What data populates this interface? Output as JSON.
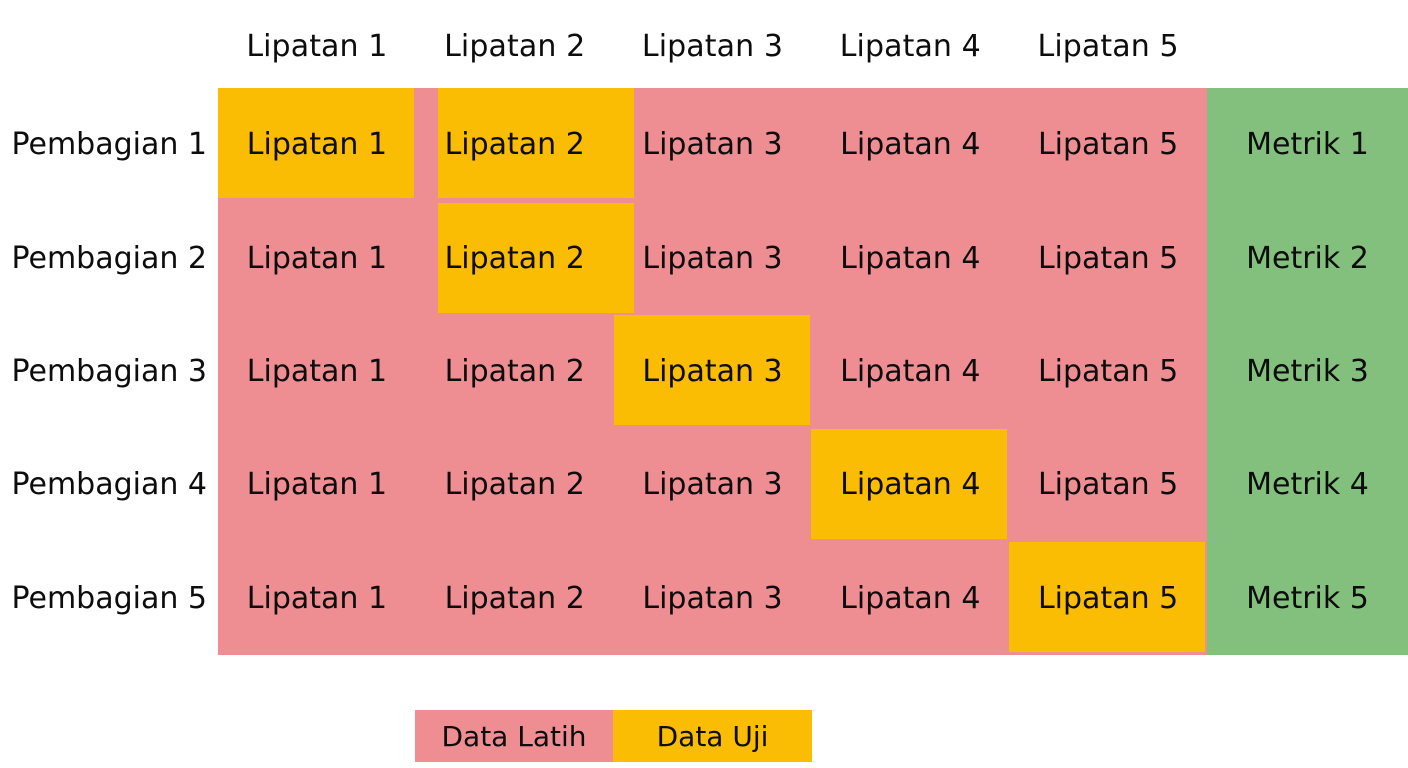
{
  "figure": {
    "type": "k-fold-cross-validation-diagram",
    "k": 5,
    "colors": {
      "train": "#ee8e93",
      "test": "#fbbc04",
      "metric": "#84c07d",
      "background": "#ffffff",
      "text": "#0d0d0d"
    }
  },
  "column_headers": [
    "Lipatan 1",
    "Lipatan 2",
    "Lipatan 3",
    "Lipatan 4",
    "Lipatan 5"
  ],
  "row_labels": [
    "Pembagian 1",
    "Pembagian 2",
    "Pembagian 3",
    "Pembagian 4",
    "Pembagian 5"
  ],
  "rows": [
    {
      "label": "Pembagian 1",
      "cells": [
        "Lipatan 1",
        "Lipatan 2",
        "Lipatan 3",
        "Lipatan 4",
        "Lipatan 5"
      ],
      "test_index": 0,
      "metric": "Metrik 1"
    },
    {
      "label": "Pembagian 2",
      "cells": [
        "Lipatan 1",
        "Lipatan 2",
        "Lipatan 3",
        "Lipatan 4",
        "Lipatan 5"
      ],
      "test_index": 1,
      "metric": "Metrik 2"
    },
    {
      "label": "Pembagian 3",
      "cells": [
        "Lipatan 1",
        "Lipatan 2",
        "Lipatan 3",
        "Lipatan 4",
        "Lipatan 5"
      ],
      "test_index": 2,
      "metric": "Metrik 3"
    },
    {
      "label": "Pembagian 4",
      "cells": [
        "Lipatan 1",
        "Lipatan 2",
        "Lipatan 3",
        "Lipatan 4",
        "Lipatan 5"
      ],
      "test_index": 3,
      "metric": "Metrik 4"
    },
    {
      "label": "Pembagian 5",
      "cells": [
        "Lipatan 1",
        "Lipatan 2",
        "Lipatan 3",
        "Lipatan 4",
        "Lipatan 5"
      ],
      "test_index": 4,
      "metric": "Metrik 5"
    }
  ],
  "legend": {
    "train_label": "Data Latih",
    "test_label": "Data Uji"
  }
}
